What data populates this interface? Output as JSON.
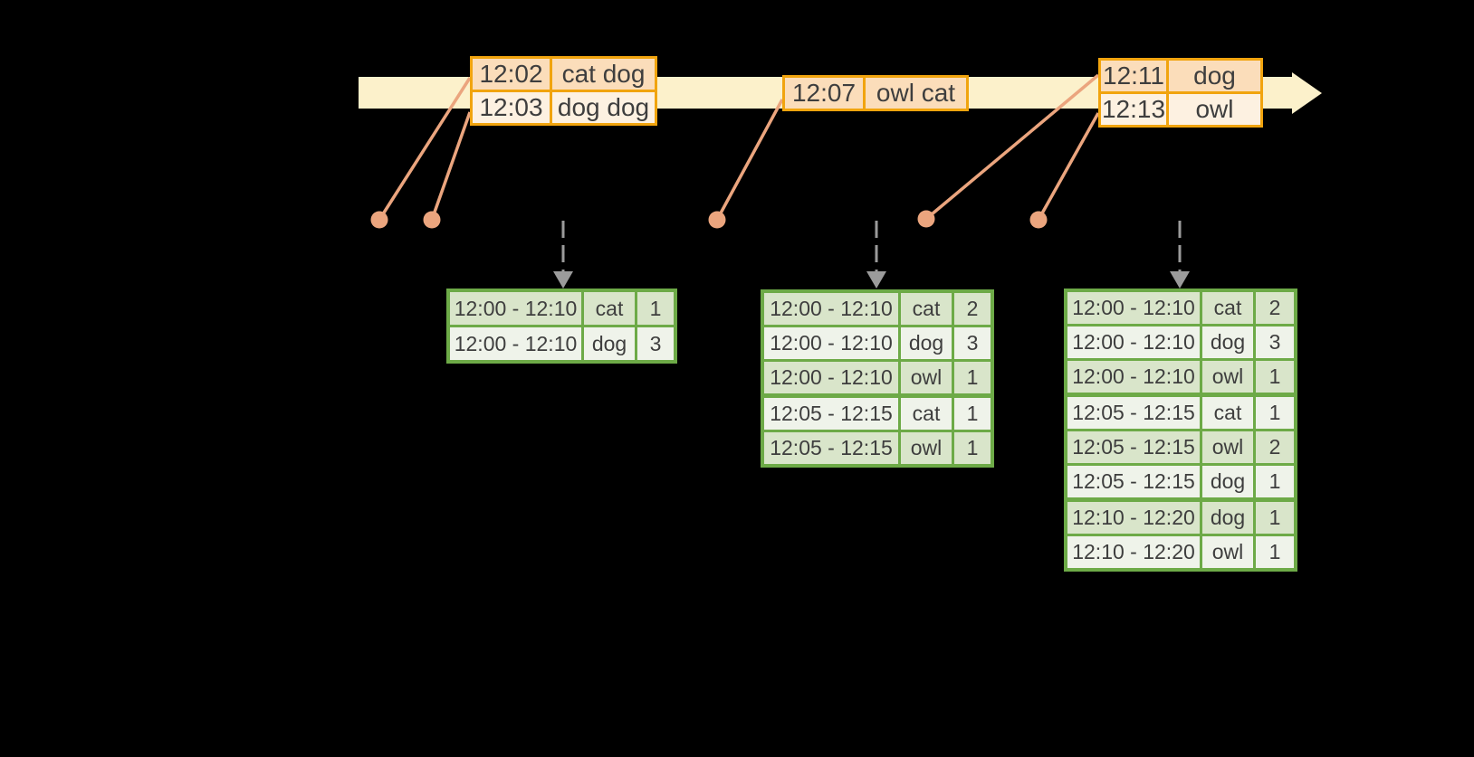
{
  "diagram_title": "windowed-grouped-aggregation-stream-diagram",
  "colors": {
    "background": "#000000",
    "timeline_yellow": "#FCF1CB",
    "event_table_border_orange": "#F1A40E",
    "event_row_peach_dark": "#FBDDBA",
    "event_row_peach_light": "#FDF1E1",
    "connector_salmon": "#EBA57E",
    "trigger_arrow_gray": "#9B9B9B",
    "result_table_border_green": "#6DAA47",
    "result_row_green_dark": "#D9E5CA",
    "result_row_green_light": "#EFF3EA",
    "text": "#3E3E3E"
  },
  "event_tables": [
    {
      "rows": [
        {
          "time": "12:02",
          "words": "cat dog"
        },
        {
          "time": "12:03",
          "words": "dog dog"
        }
      ]
    },
    {
      "rows": [
        {
          "time": "12:07",
          "words": "owl cat"
        }
      ]
    },
    {
      "rows": [
        {
          "time": "12:11",
          "words": "dog"
        },
        {
          "time": "12:13",
          "words": "owl"
        }
      ]
    }
  ],
  "result_tables": [
    {
      "groups": [
        [
          {
            "window": "12:00 - 12:10",
            "word": "cat",
            "count": "1"
          },
          {
            "window": "12:00 - 12:10",
            "word": "dog",
            "count": "3"
          }
        ]
      ]
    },
    {
      "groups": [
        [
          {
            "window": "12:00 - 12:10",
            "word": "cat",
            "count": "2"
          },
          {
            "window": "12:00 - 12:10",
            "word": "dog",
            "count": "3"
          },
          {
            "window": "12:00 - 12:10",
            "word": "owl",
            "count": "1"
          }
        ],
        [
          {
            "window": "12:05 - 12:15",
            "word": "cat",
            "count": "1"
          },
          {
            "window": "12:05 - 12:15",
            "word": "owl",
            "count": "1"
          }
        ]
      ]
    },
    {
      "groups": [
        [
          {
            "window": "12:00 - 12:10",
            "word": "cat",
            "count": "2"
          },
          {
            "window": "12:00 - 12:10",
            "word": "dog",
            "count": "3"
          },
          {
            "window": "12:00 - 12:10",
            "word": "owl",
            "count": "1"
          }
        ],
        [
          {
            "window": "12:05 - 12:15",
            "word": "cat",
            "count": "1"
          },
          {
            "window": "12:05 - 12:15",
            "word": "owl",
            "count": "2"
          },
          {
            "window": "12:05 - 12:15",
            "word": "dog",
            "count": "1"
          }
        ],
        [
          {
            "window": "12:10 - 12:20",
            "word": "dog",
            "count": "1"
          },
          {
            "window": "12:10 - 12:20",
            "word": "owl",
            "count": "1"
          }
        ]
      ]
    }
  ]
}
